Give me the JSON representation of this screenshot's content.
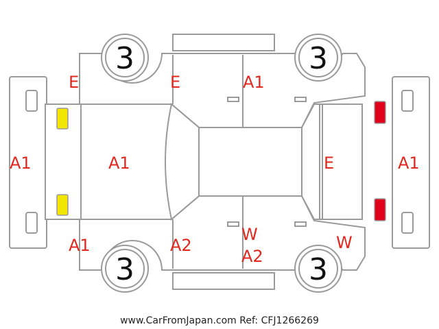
{
  "colors": {
    "outline": "#9a9a9a",
    "damage_text": "#e0281e",
    "front_light": "#f2e600",
    "rear_light": "#e0001a"
  },
  "tires": {
    "front_left": "3",
    "front_right": "3",
    "rear_left": "3",
    "rear_right": "3"
  },
  "codes": {
    "front_bumper": "A1",
    "hood": "A1",
    "left_front_fender": "E",
    "left_front_door": "E",
    "left_rear_door": "A1",
    "right_front_fender": "A1",
    "right_front_door": "A2",
    "right_rear_door_w": "W",
    "right_rear_door_a2": "A2",
    "right_quarter": "W",
    "trunk": "E",
    "rear_bumper": "A1"
  },
  "footer": "www.CarFromJapan.com Ref: CFJ1266269"
}
